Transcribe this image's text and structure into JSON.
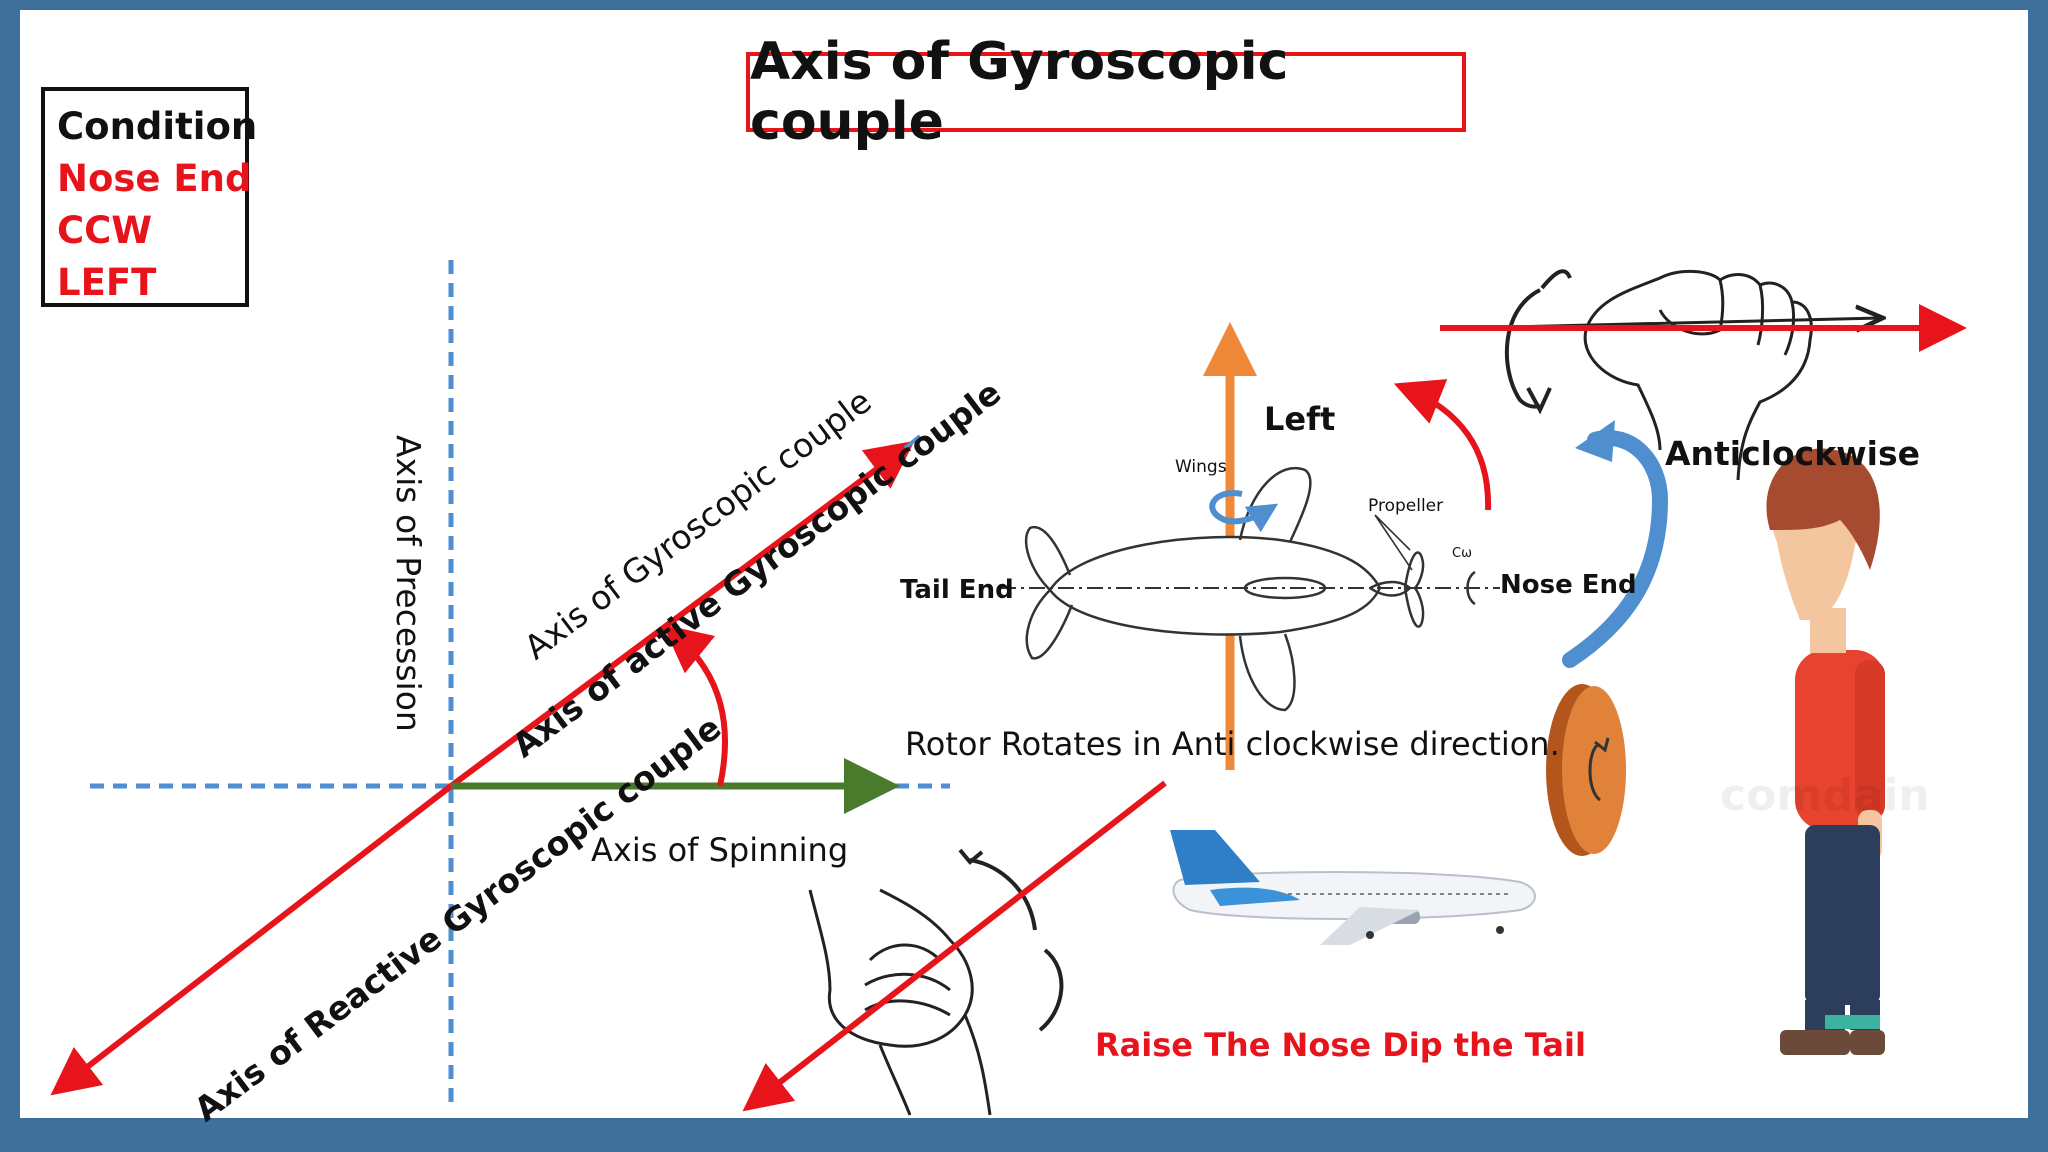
{
  "title": "Axis of Gyroscopic couple",
  "condition": {
    "heading": "Condition",
    "items": [
      "Nose End",
      "CCW",
      "LEFT"
    ]
  },
  "labels": {
    "axis_precession": "Axis of Precession",
    "axis_gyroscopic": "Axis of Gyroscopic couple",
    "axis_active": "Axis of active Gyroscopic couple",
    "axis_reactive": "Axis of Reactive Gyroscopic couple",
    "axis_spinning": "Axis of Spinning",
    "left": "Left",
    "anticlockwise": "Anticlockwise",
    "tail_end": "Tail End",
    "nose_end": "Nose End",
    "wings": "Wings",
    "propeller": "Propeller",
    "omega": "Cω",
    "rotor_rotates": "Rotor Rotates in Anti clockwise direction.",
    "raise_nose": "Raise The Nose Dip the Tail",
    "watermark": "comdain"
  },
  "colors": {
    "red": "#e8141b",
    "green": "#4a7a2c",
    "orange": "#f0883a",
    "blue_dash": "#4f8fd0",
    "frame": "#3f6f9b"
  }
}
